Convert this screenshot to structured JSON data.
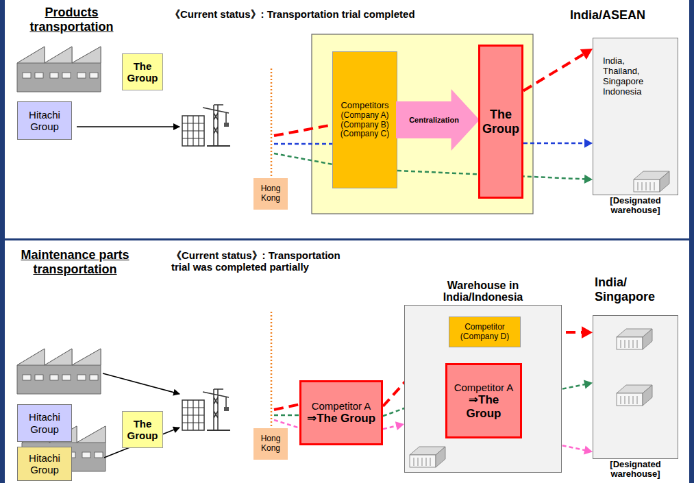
{
  "diagram": {
    "nodes": [
      {
        "text": [
          "The Group"
        ]
      },
      {
        "text": [
          "Hitachi Group"
        ]
      },
      {
        "text": [
          "Hong Kong"
        ]
      },
      {
        "text": [
          "Competitors",
          "(Company A) (Company B) (Company C)"
        ]
      },
      {
        "text": [
          "Centralization"
        ]
      },
      {
        "text": [
          "The Group"
        ]
      },
      {
        "text": [
          "India, Thailand, Singapore Indonesia",
          "[Designated warehouse]"
        ]
      },
      {
        "text": [
          "Hitachi Group"
        ]
      },
      {
        "text": [
          "Hitachi Group"
        ]
      },
      {
        "text": [
          "The Group"
        ]
      },
      {
        "text": [
          "Hong Kong"
        ]
      },
      {
        "text": [
          "Competitor A",
          "⇒The Group"
        ]
      },
      {
        "text": [
          "Warehouse in India/Indonesia"
        ]
      },
      {
        "text": [
          "Competitor",
          "(Company D)"
        ],
        "in": 12
      },
      {
        "text": [
          "Competitor A",
          "⇒The Group"
        ],
        "in": 12
      },
      {
        "text": [
          "[Designated warehouse]"
        ]
      }
    ],
    "edges": [
      {
        "from": 5,
        "to": 6,
        "arrow": "to"
      },
      {
        "from": 5,
        "to": 6,
        "arrow": "to"
      },
      {
        "from": 3,
        "to": 6,
        "arrow": "to"
      },
      {
        "from": 11,
        "to": 13,
        "arrow": "none"
      },
      {
        "from": 11,
        "to": 14,
        "arrow": "none"
      },
      {
        "from": 11,
        "to": 12,
        "arrow": "to"
      },
      {
        "from": 13,
        "to": 15,
        "arrow": "to"
      },
      {
        "from": 14,
        "to": 15,
        "arrow": "to"
      },
      {
        "from": 14,
        "to": 15,
        "arrow": "to"
      }
    ],
    "labels": [
      "Products transportation",
      "《Current status》: Transportation trial completed",
      "India/ASEAN",
      "Maintenance parts transportation",
      "《Current status》: Transportation trial was completed partially",
      "India/ Singapore"
    ]
  }
}
